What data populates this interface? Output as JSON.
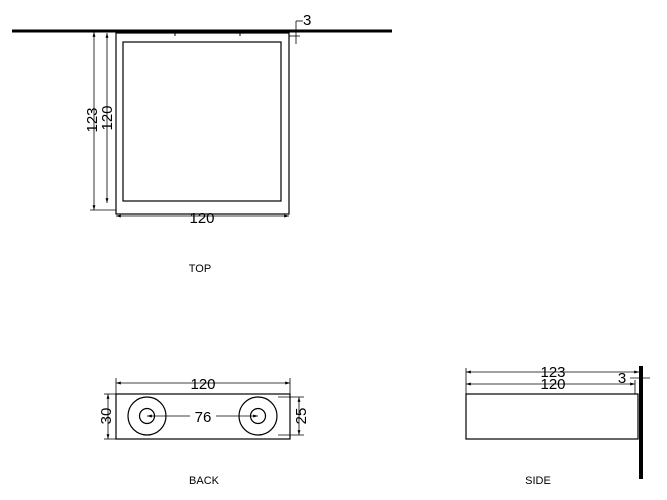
{
  "views": {
    "top": {
      "label": "TOP",
      "dims": {
        "height_outer": "123",
        "height_inner": "120",
        "width": "120",
        "wall_gap": "3"
      }
    },
    "back": {
      "label": "BACK",
      "dims": {
        "width": "120",
        "height": "30",
        "hole_spacing": "76",
        "hole_height": "25"
      }
    },
    "side": {
      "label": "SIDE",
      "dims": {
        "depth_outer": "123",
        "depth_inner": "120",
        "wall_gap": "3"
      }
    }
  },
  "colors": {
    "line": "#000000",
    "background": "#ffffff"
  }
}
